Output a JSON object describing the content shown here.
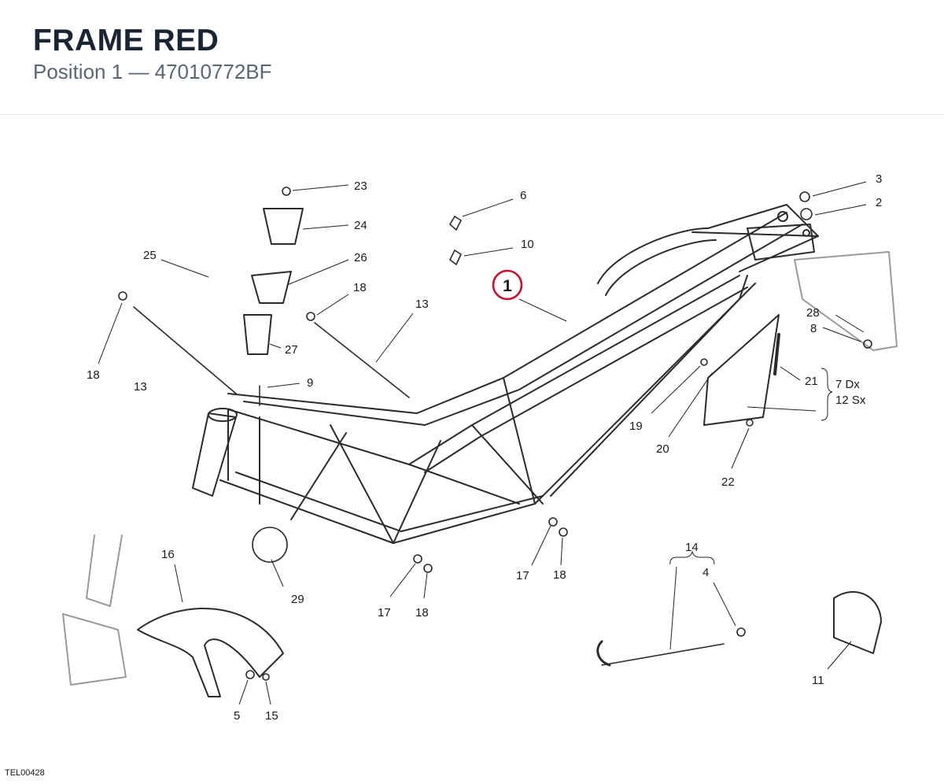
{
  "header": {
    "title": "FRAME RED",
    "subtitle": "Position 1 — 47010772BF"
  },
  "highlight": {
    "callout": "1",
    "color": "#c8102e"
  },
  "callouts": {
    "c23": "23",
    "c24": "24",
    "c25": "25",
    "c26": "26",
    "c18a": "18",
    "c13a": "13",
    "c27": "27",
    "c18b": "18",
    "c13b": "13",
    "c9": "9",
    "c6": "6",
    "c10": "10",
    "c3": "3",
    "c2": "2",
    "c28": "28",
    "c8": "8",
    "c21": "21",
    "c7dx": "7 Dx",
    "c12sx": "12 Sx",
    "c19": "19",
    "c20": "20",
    "c22": "22",
    "c16": "16",
    "c29": "29",
    "c17a": "17",
    "c18c": "18",
    "c17b": "17",
    "c18d": "18",
    "c14": "14",
    "c4": "4",
    "c11": "11",
    "c5": "5",
    "c15": "15"
  },
  "footer": {
    "drawing_code": "TEL00428"
  }
}
